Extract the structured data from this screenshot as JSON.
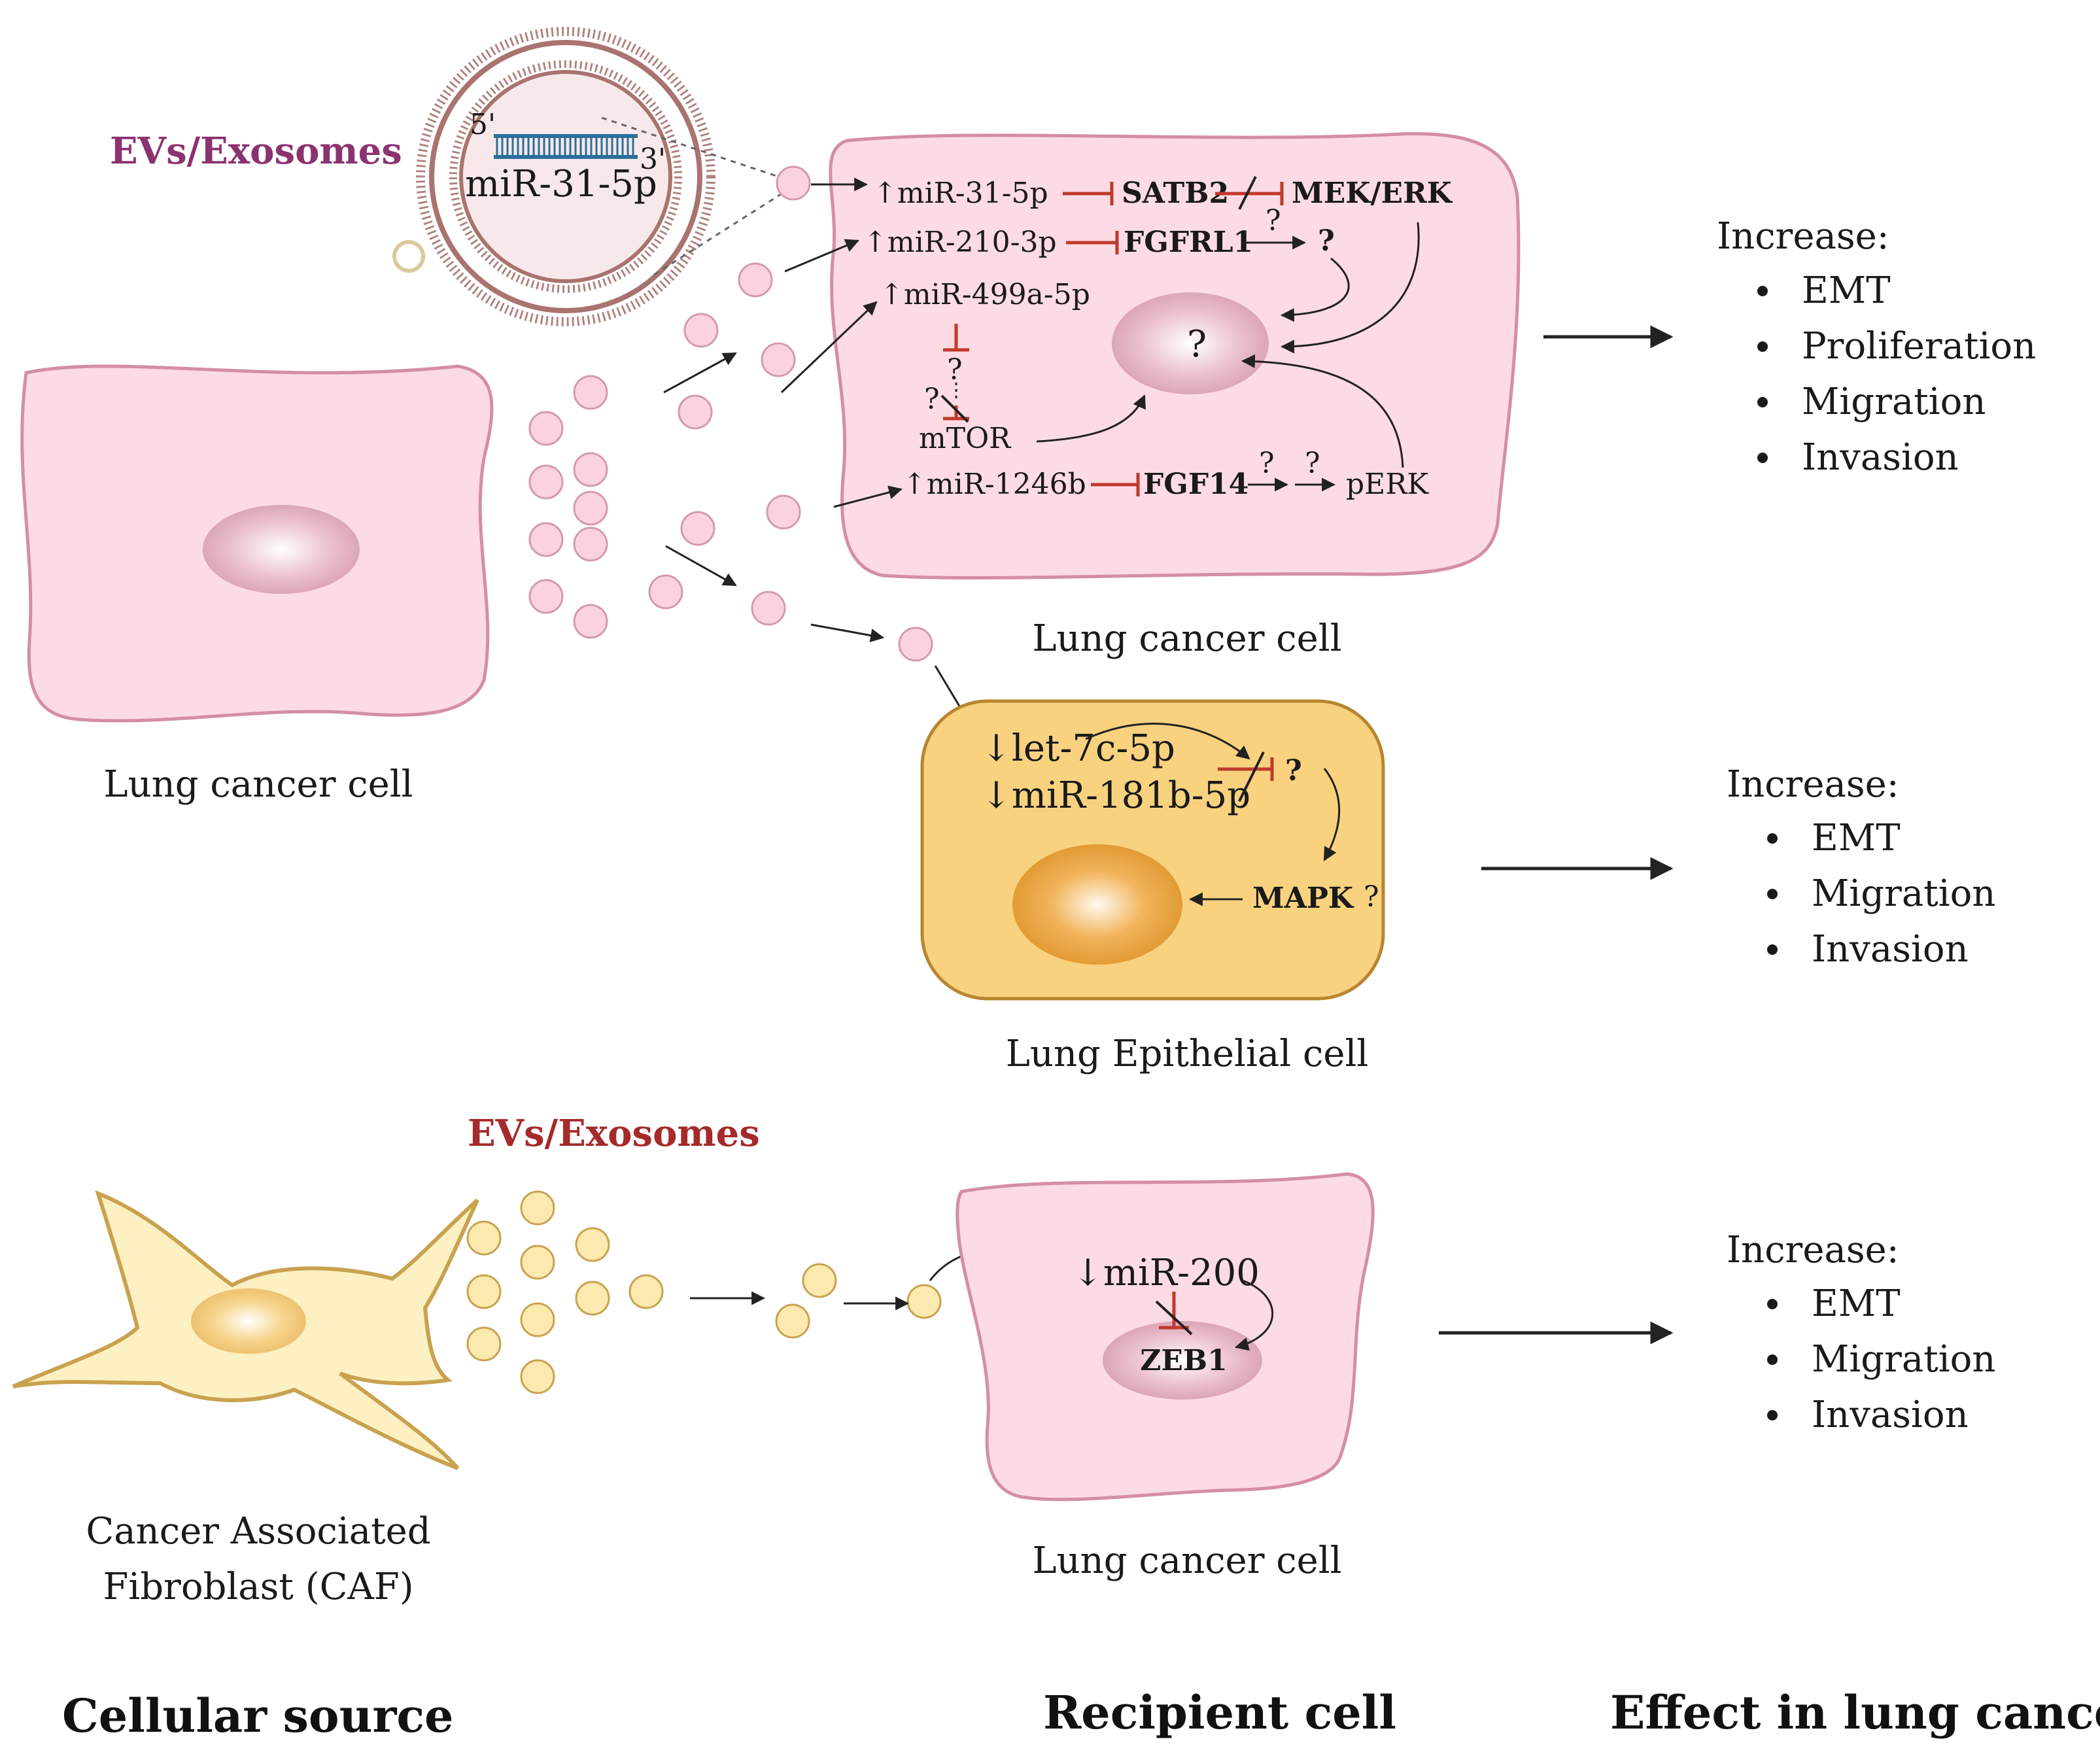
{
  "colors": {
    "cancer_cell_fill": "#fcdbe4",
    "cancer_cell_stroke": "#d48ea3",
    "epithelial_fill": "#f8d27f",
    "epithelial_stroke": "#b8862f",
    "caf_fill": "#fdf0c2",
    "caf_stroke": "#c9a24f",
    "inhibit_red": "#c0392b",
    "ev_label_top": "#8b3270",
    "ev_label_bottom": "#a52a2a",
    "exosome_pink": "#fbd3de",
    "exosome_yellow": "#fbe9b0"
  },
  "exosome_inset": {
    "five_prime": "5'",
    "three_prime": "3'",
    "mirna": "miR-31-5p"
  },
  "top_section": {
    "ev_label": "EVs/Exosomes",
    "source_label": "Lung cancer cell",
    "recipient_label": "Lung cancer cell",
    "pathway": {
      "mir31": "↑miR-31-5p",
      "satb2": "SATB2",
      "mekerk": "MEK/ERK",
      "q1": "?",
      "mir210": "↑miR-210-3p",
      "fgfrl1": "FGFRL1",
      "q2": "?",
      "mir499": "↑miR-499a-5p",
      "q3": "?",
      "q4": "?",
      "mtor": "mTOR",
      "nucleus_q": "?",
      "mir1246": "↑miR-1246b",
      "fgf14": "FGF14",
      "q5": "?",
      "q6": "?",
      "perk": "pERK"
    },
    "effect": {
      "title": "Increase:",
      "items": [
        "EMT",
        "Proliferation",
        "Migration",
        "Invasion"
      ]
    }
  },
  "middle_section": {
    "recipient_label": "Lung Epithelial cell",
    "pathway": {
      "let7c": "↓let-7c-5p",
      "mir181b": "↓miR-181b-5p",
      "q1": "?",
      "mapk": "MAPK",
      "q2": "?"
    },
    "effect": {
      "title": "Increase:",
      "items": [
        "EMT",
        "Migration",
        "Invasion"
      ]
    }
  },
  "bottom_section": {
    "ev_label": "EVs/Exosomes",
    "source_label_line1": "Cancer Associated",
    "source_label_line2": "Fibroblast (CAF)",
    "recipient_label": "Lung cancer cell",
    "pathway": {
      "mir200": "↓miR-200",
      "zeb1": "ZEB1"
    },
    "effect": {
      "title": "Increase:",
      "items": [
        "EMT",
        "Migration",
        "Invasion"
      ]
    }
  },
  "footer": {
    "source": "Cellular source",
    "recipient": "Recipient cell",
    "effect": "Effect in lung cancer"
  }
}
